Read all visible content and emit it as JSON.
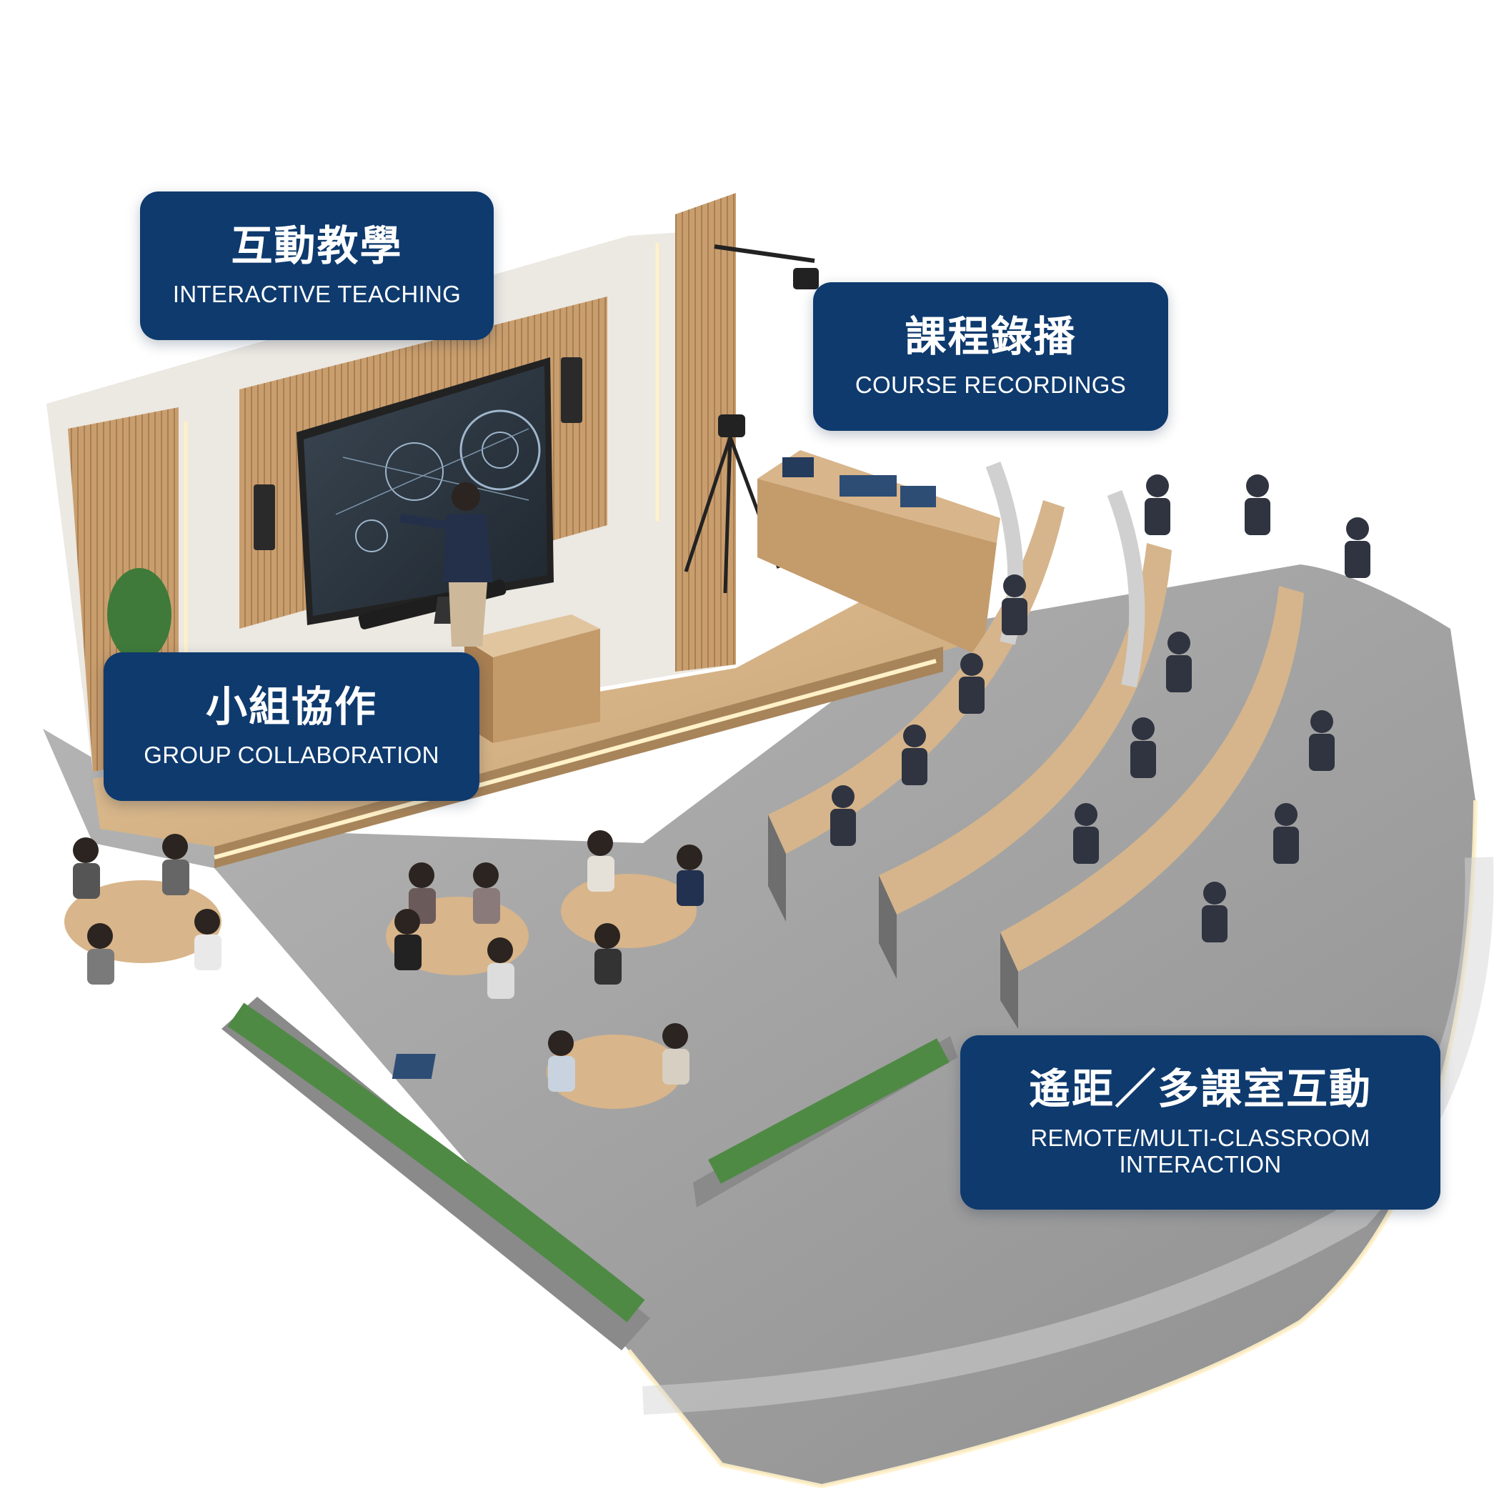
{
  "labels": {
    "interactive_teaching": {
      "zh": "互動教學",
      "en": "INTERACTIVE TEACHING"
    },
    "course_recordings": {
      "zh": "課程錄播",
      "en": "COURSE RECORDINGS"
    },
    "group_collaboration": {
      "zh": "小組協作",
      "en": "GROUP COLLABORATION"
    },
    "remote_interaction": {
      "zh": "遙距／多課室互動",
      "en_line1": "REMOTE/MULTI-CLASSROOM",
      "en_line2": "INTERACTION"
    }
  },
  "colors": {
    "label_background": "#0e3a6e",
    "label_text": "#ffffff",
    "wood": "#c9a47a",
    "floor": "#9a9a9a",
    "led_strip": "#fff1c8"
  }
}
